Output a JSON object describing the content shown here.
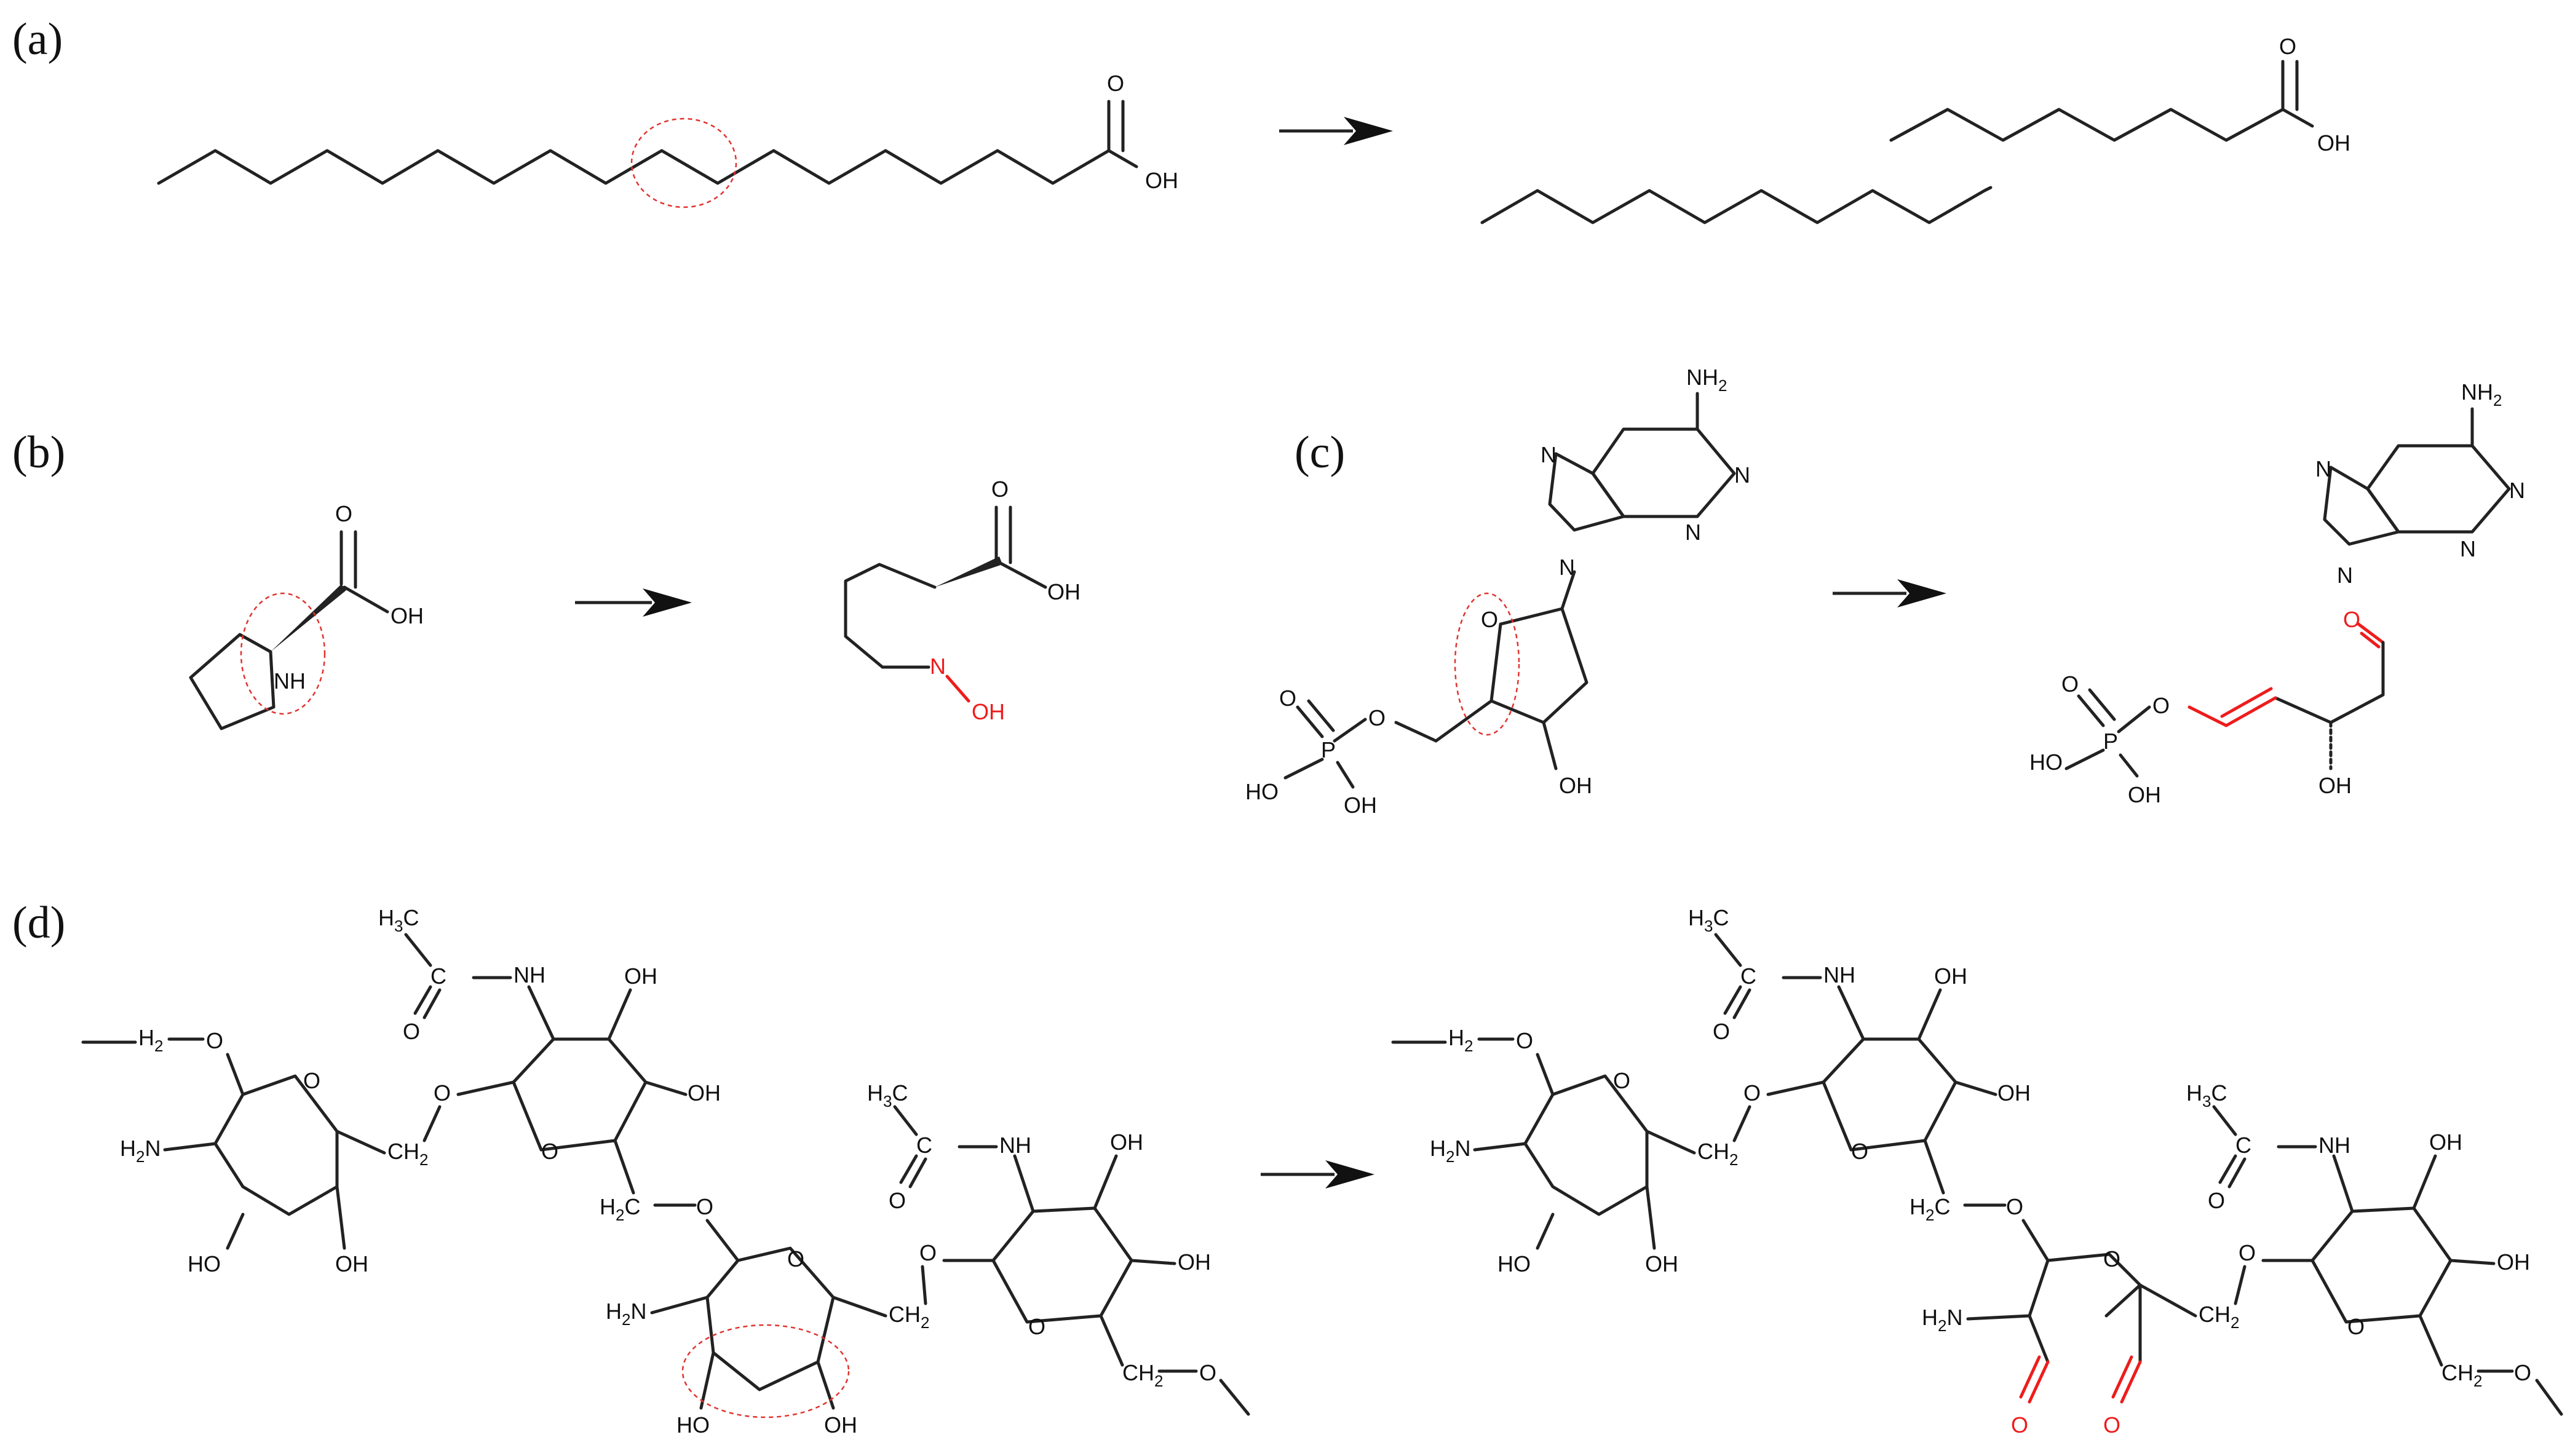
{
  "panels": {
    "a": "(a)",
    "b": "(b)",
    "c": "(c)",
    "d": "(d)"
  },
  "atoms": {
    "O": "O",
    "OH": "OH",
    "NH": "NH",
    "N": "N",
    "NH2": "NH",
    "sub2": "2",
    "P": "P",
    "HO": "HO",
    "H3C_H": "H",
    "sub3": "3",
    "C": "C",
    "H2N_H": "H",
    "N_sym": "N",
    "H2_H": "H"
  },
  "colors": {
    "bond": "#222222",
    "modified": "#ee1c1c",
    "marker": "#e0342f"
  }
}
